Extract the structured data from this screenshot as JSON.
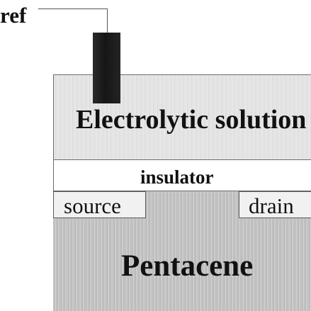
{
  "diagram": {
    "reference_label": "ref",
    "electrolyte_label": "Electrolytic solution",
    "insulator_label": "insulator",
    "source_label": "source",
    "drain_label": "drain",
    "semiconductor_label": "Pentacene"
  },
  "colors": {
    "background": "#ffffff",
    "electrolyte_fill": "#e4e4e4",
    "semiconductor_fill": "#c3c3c3",
    "electrode": "#1f1f1f",
    "text": "#111111"
  }
}
